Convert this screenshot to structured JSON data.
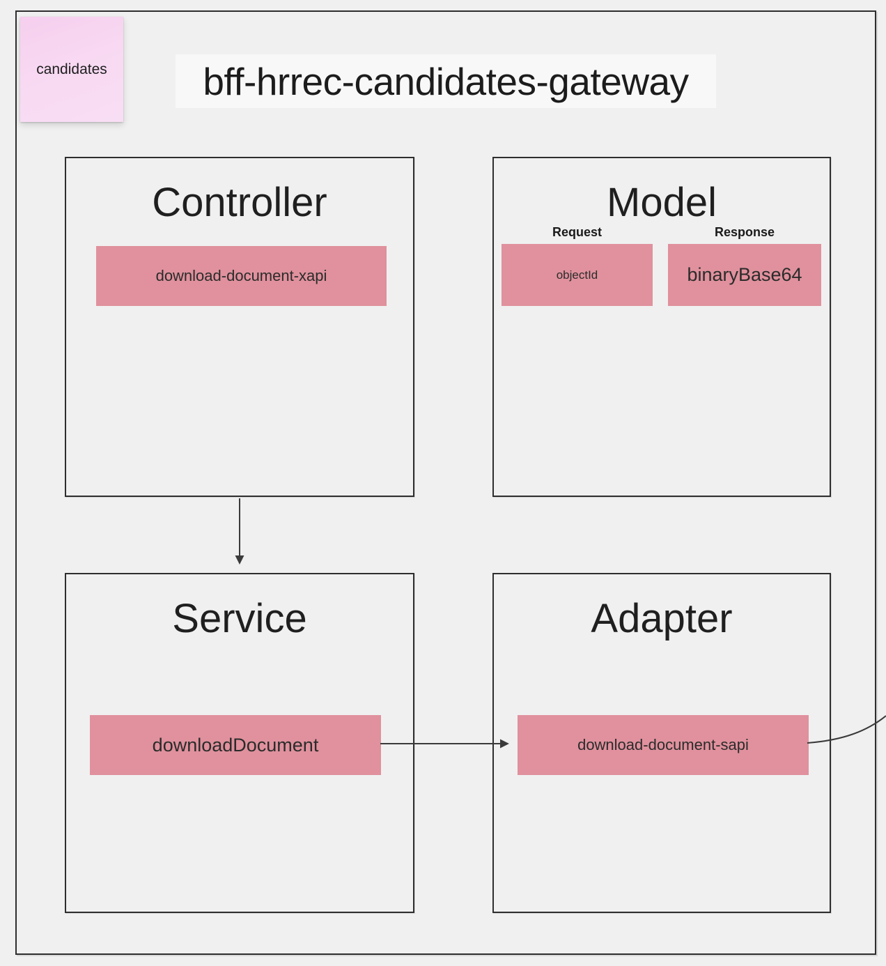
{
  "note": {
    "label": "candidates"
  },
  "title": "bff-hrrec-candidates-gateway",
  "boxes": {
    "controller": {
      "title": "Controller",
      "block": "download-document-xapi"
    },
    "model": {
      "title": "Model",
      "request_label": "Request",
      "response_label": "Response",
      "request_block": "objectId",
      "response_block": "binaryBase64"
    },
    "service": {
      "title": "Service",
      "block": "downloadDocument"
    },
    "adapter": {
      "title": "Adapter",
      "block": "download-document-sapi"
    }
  },
  "connectors": {
    "controller_to_service": "arrow from Controller box bottom to Service box top",
    "service_to_adapter": "arrow from downloadDocument to download-document-sapi",
    "adapter_external": "curved line from download-document-sapi exiting right edge"
  },
  "colors": {
    "canvas_bg": "#f0f0f0",
    "title_bg": "#f8f8f8",
    "block_pink": "#e0919d",
    "note_pink": "#f7d6f0",
    "border": "#2e2e2e",
    "line": "#3a3a3a"
  }
}
